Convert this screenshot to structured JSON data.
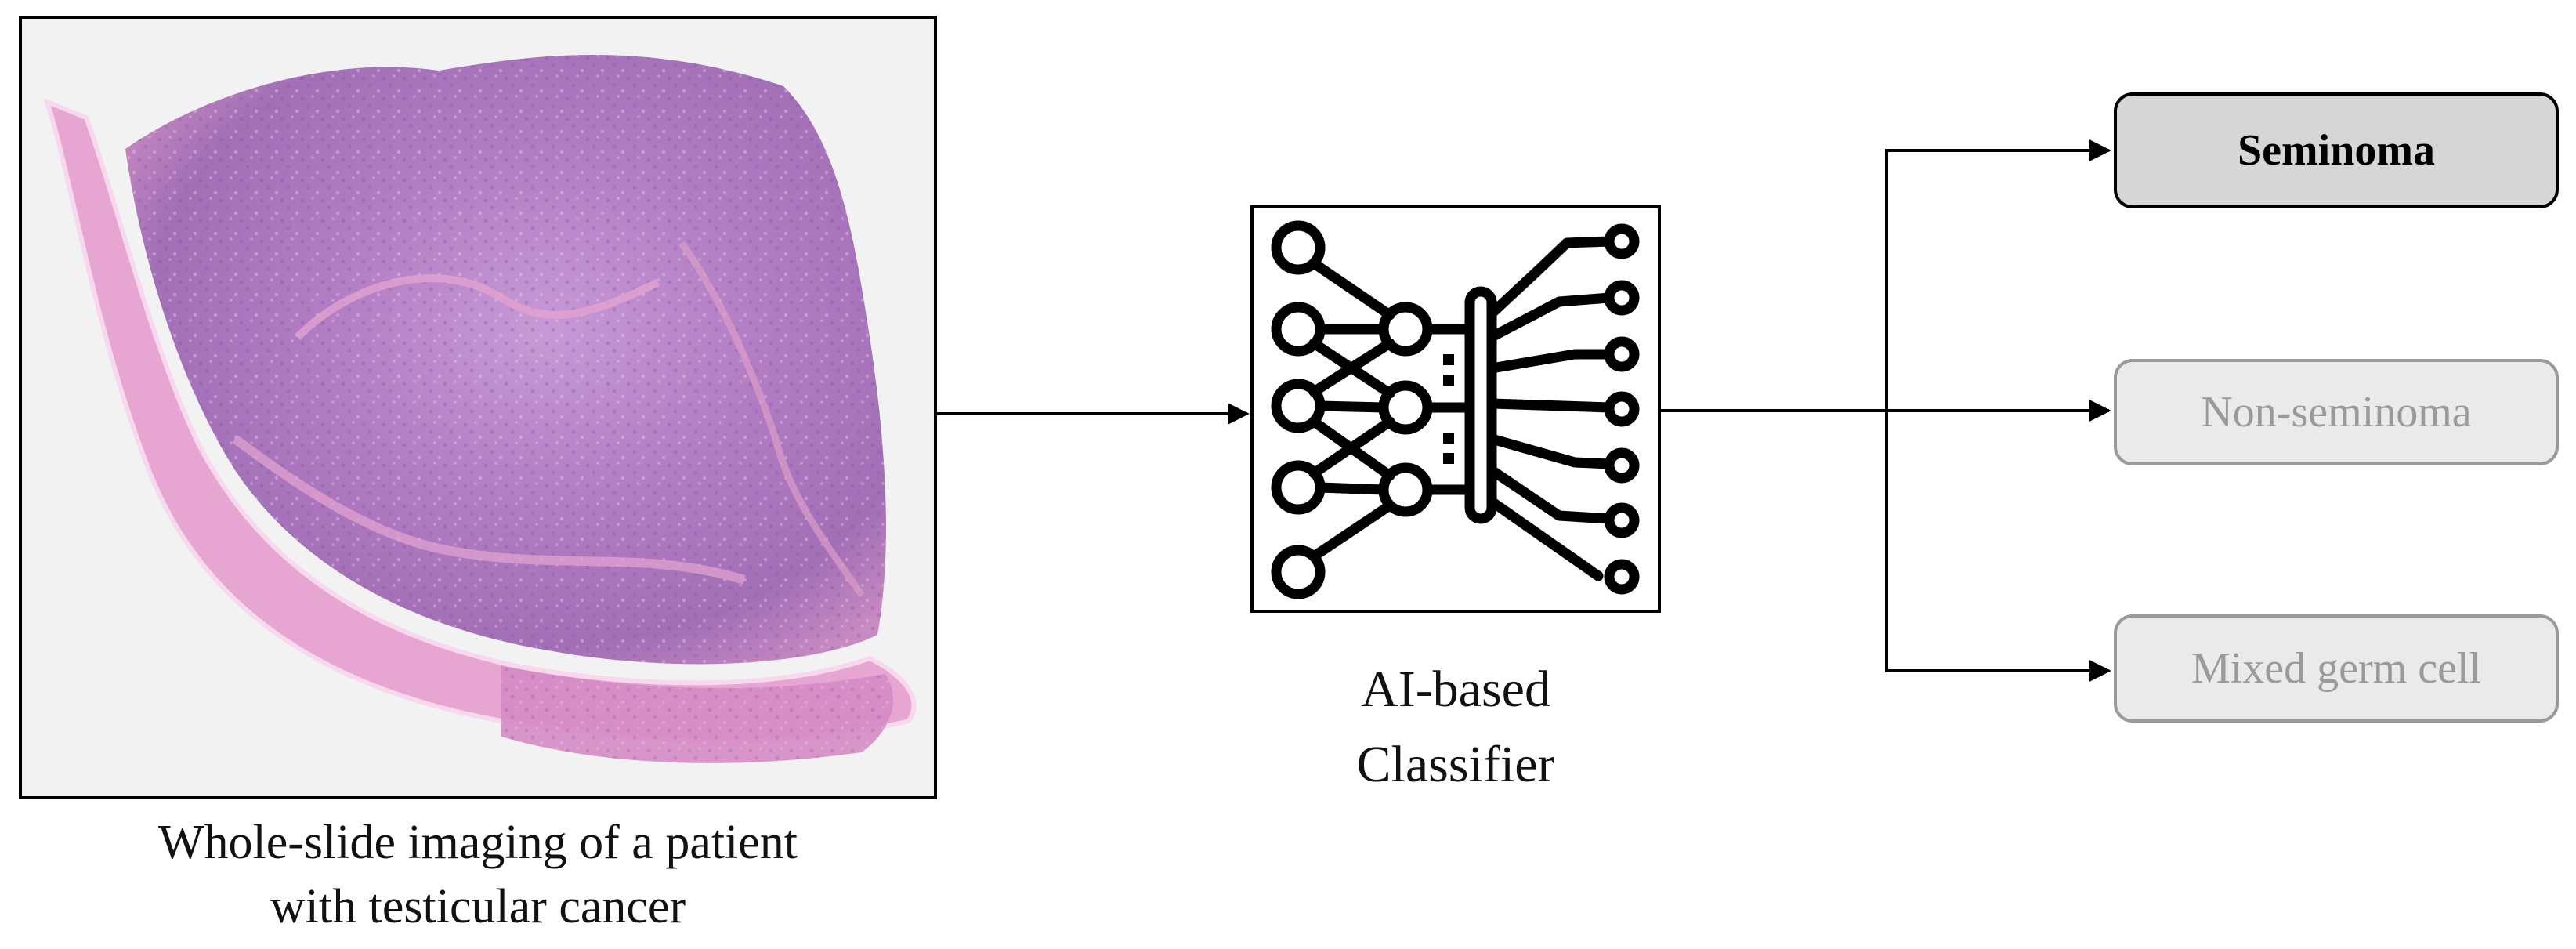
{
  "input": {
    "caption_lines": [
      "Whole-slide imaging of a patient",
      "with testicular cancer"
    ]
  },
  "classifier": {
    "icon": "circuit-network-icon",
    "caption_lines": [
      "AI-based",
      "Classifier"
    ]
  },
  "outputs": [
    {
      "label": "Seminoma",
      "highlighted": true
    },
    {
      "label": "Non-seminoma",
      "highlighted": false
    },
    {
      "label": "Mixed germ cell",
      "highlighted": false
    }
  ],
  "colors": {
    "line": "#000000",
    "highlight_fill": "#d6d6d6",
    "highlight_text": "#000000",
    "muted_fill": "#eaeaea",
    "muted_border": "#9a9a9a",
    "muted_text": "#9a9a9a",
    "tissue_pink": "#d990c4",
    "tissue_purple": "#a56fb5"
  }
}
